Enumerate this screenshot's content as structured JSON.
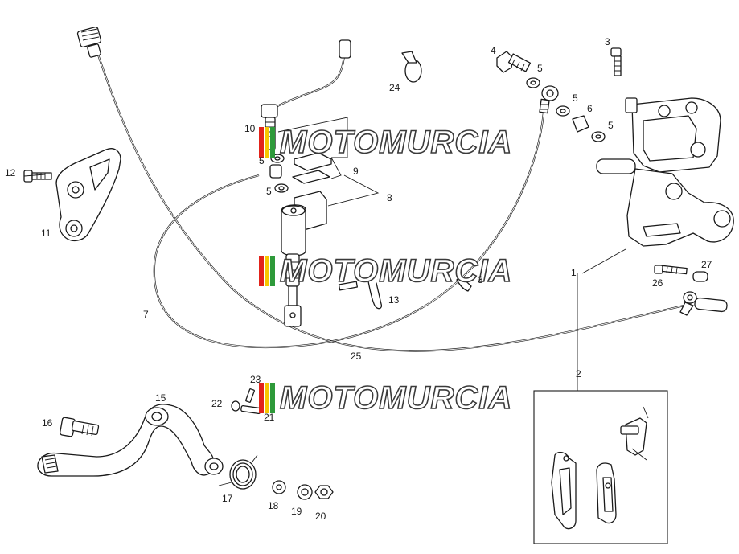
{
  "watermark": {
    "text": "MOTOMURCIA",
    "stripe_colors": [
      "#e2231a",
      "#f7c600",
      "#2e9a3a"
    ]
  },
  "callouts": [
    {
      "key": "p1",
      "label": "1"
    },
    {
      "key": "p2",
      "label": "2"
    },
    {
      "key": "p3a",
      "label": "3"
    },
    {
      "key": "p3b",
      "label": "3"
    },
    {
      "key": "p4",
      "label": "4"
    },
    {
      "key": "p5a",
      "label": "5"
    },
    {
      "key": "p5b",
      "label": "5"
    },
    {
      "key": "p5c",
      "label": "5"
    },
    {
      "key": "p5d",
      "label": "5"
    },
    {
      "key": "p5e",
      "label": "5"
    },
    {
      "key": "p6",
      "label": "6"
    },
    {
      "key": "p7",
      "label": "7"
    },
    {
      "key": "p8",
      "label": "8"
    },
    {
      "key": "p9",
      "label": "9"
    },
    {
      "key": "p10",
      "label": "10"
    },
    {
      "key": "p11",
      "label": "11"
    },
    {
      "key": "p12",
      "label": "12"
    },
    {
      "key": "p13",
      "label": "13"
    },
    {
      "key": "p15",
      "label": "15"
    },
    {
      "key": "p16",
      "label": "16"
    },
    {
      "key": "p17",
      "label": "17"
    },
    {
      "key": "p18",
      "label": "18"
    },
    {
      "key": "p19",
      "label": "19"
    },
    {
      "key": "p20",
      "label": "20"
    },
    {
      "key": "p21",
      "label": "21"
    },
    {
      "key": "p22",
      "label": "22"
    },
    {
      "key": "p23",
      "label": "23"
    },
    {
      "key": "p24",
      "label": "24"
    },
    {
      "key": "p25",
      "label": "25"
    },
    {
      "key": "p26",
      "label": "26"
    },
    {
      "key": "p27",
      "label": "27"
    }
  ]
}
